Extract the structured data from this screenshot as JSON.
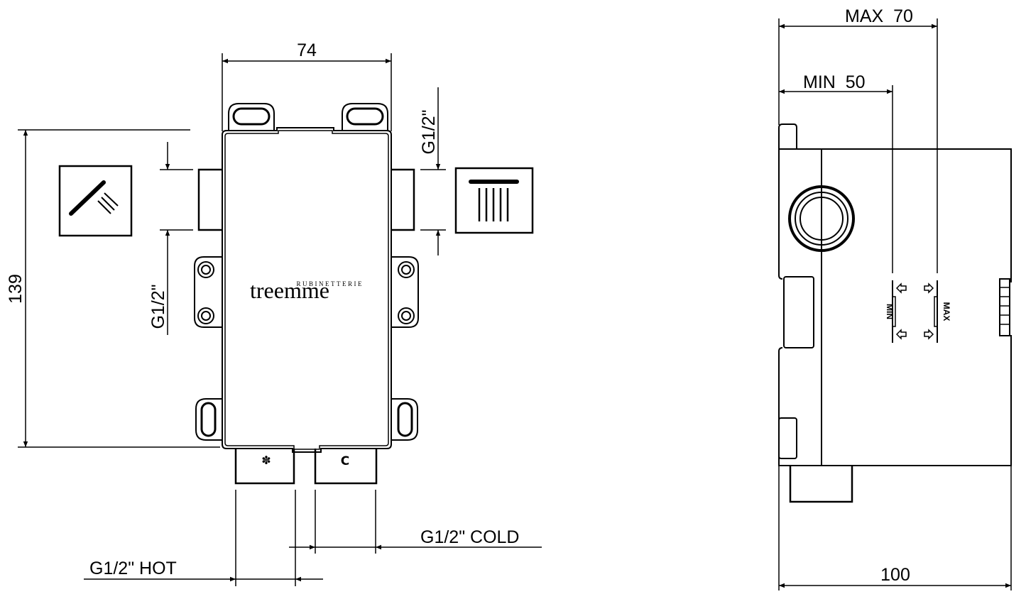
{
  "front_view": {
    "width_dim": "74",
    "height_dim": "139",
    "outlet_left_dim": "G1/2\"",
    "outlet_right_dim": "G1/2\"",
    "hot_inlet_dim": "G1/2\" HOT",
    "cold_inlet_dim": "G1/2\" COLD",
    "brand_small": "RUBINETTERIE",
    "brand_large": "treemme",
    "hot_symbol": "hot-symbol",
    "cold_symbol": "C",
    "left_icon": "hand-shower-icon",
    "right_icon": "overhead-shower-icon"
  },
  "side_view": {
    "max_dim": "MAX  70",
    "min_dim": "MIN  50",
    "depth_dim": "100",
    "min_marker": "MIN",
    "max_marker": "MAX"
  },
  "colors": {
    "line": "#000000",
    "background": "#ffffff"
  }
}
